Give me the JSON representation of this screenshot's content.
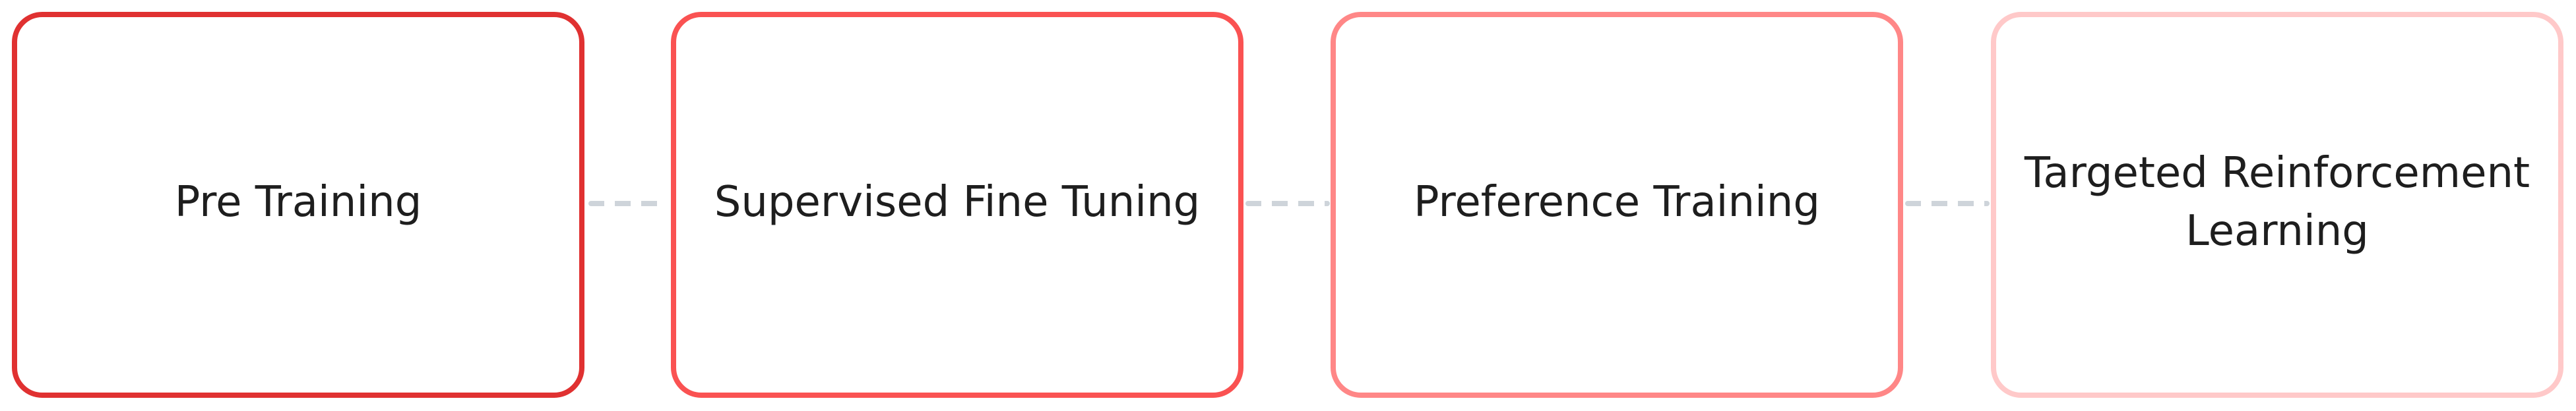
{
  "diagram": {
    "type": "flow",
    "direction": "left-to-right",
    "connector": {
      "style": "dashed",
      "color": "#ced4da"
    },
    "stages": [
      {
        "label": "Pre Training",
        "border_color": "#e03131"
      },
      {
        "label": "Supervised Fine Tuning",
        "border_color": "#fa5252"
      },
      {
        "label": "Preference Training",
        "border_color": "#ff8787"
      },
      {
        "label": "Targeted Reinforcement Learning",
        "border_color": "#ffc9c9"
      }
    ],
    "edges": [
      {
        "from": "Pre Training",
        "to": "Supervised Fine Tuning"
      },
      {
        "from": "Supervised Fine Tuning",
        "to": "Preference Training"
      },
      {
        "from": "Preference Training",
        "to": "Targeted Reinforcement Learning"
      }
    ]
  }
}
